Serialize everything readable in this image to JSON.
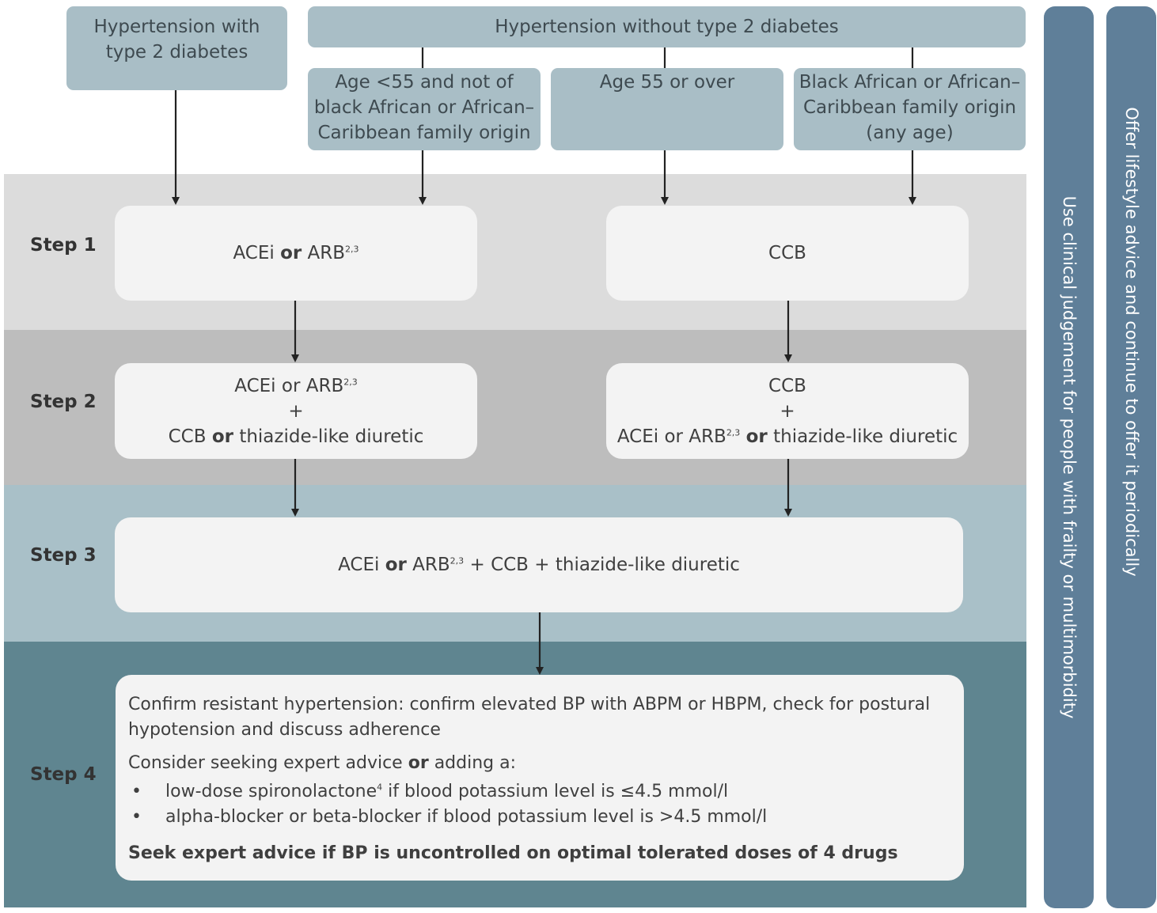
{
  "headers": {
    "with_diabetes": "Hypertension with type 2 diabetes",
    "without_diabetes": "Hypertension without type 2 diabetes",
    "age_under_55": "Age <55 and not of black African or African–Caribbean family origin",
    "age_55_over": "Age 55 or over",
    "black_african": "Black African or African–Caribbean family origin (any age)"
  },
  "steps": {
    "step1": "Step 1",
    "step2": "Step 2",
    "step3": "Step 3",
    "step4": "Step 4"
  },
  "step1": {
    "left": {
      "a": "ACEi",
      "or": "or",
      "b": "ARB",
      "sup": "2,3"
    },
    "right": "CCB"
  },
  "step2": {
    "left": {
      "line1": "ACEi or ARB",
      "sup": "2,3",
      "plus": "+",
      "a": "CCB",
      "or": "or",
      "b": "thiazide-like diuretic"
    },
    "right": {
      "line1": "CCB",
      "plus": "+",
      "a": "ACEi or ARB",
      "sup": "2,3",
      "or": "or",
      "b": "thiazide-like diuretic"
    }
  },
  "step3": {
    "a": "ACEi",
    "or": "or",
    "b": "ARB",
    "sup": "2,3",
    "c": " + CCB + thiazide-like diuretic"
  },
  "step4": {
    "confirm": "Confirm resistant hypertension: confirm elevated BP with ABPM or HBPM, check for postural hypotension and discuss adherence",
    "consider_a": "Consider seeking expert advice",
    "consider_or": "or",
    "consider_b": "adding a:",
    "bullets": [
      {
        "a": "low-dose spironolactone",
        "sup": "4",
        "b": " if blood potassium level is ≤4.5 mmol/l"
      },
      {
        "a": "alpha-blocker or beta-blocker if blood potassium level is >4.5 mmol/l",
        "sup": "",
        "b": ""
      }
    ],
    "final": "Seek expert advice if BP is uncontrolled on optimal tolerated doses of 4 drugs"
  },
  "side_bars": {
    "frailty": "Use clinical judgement for people with frailty or multimorbidity",
    "lifestyle": "Offer lifestyle advice and continue to offer it periodically"
  },
  "colors": {
    "header": "#a9bec6",
    "band1": "#dcdcdc",
    "band2": "#bdbdbd",
    "band3": "#a9c0c8",
    "band4": "#5f8590",
    "side_bar": "#5f7f99",
    "box": "#f3f3f3",
    "arrow": "#222222"
  }
}
